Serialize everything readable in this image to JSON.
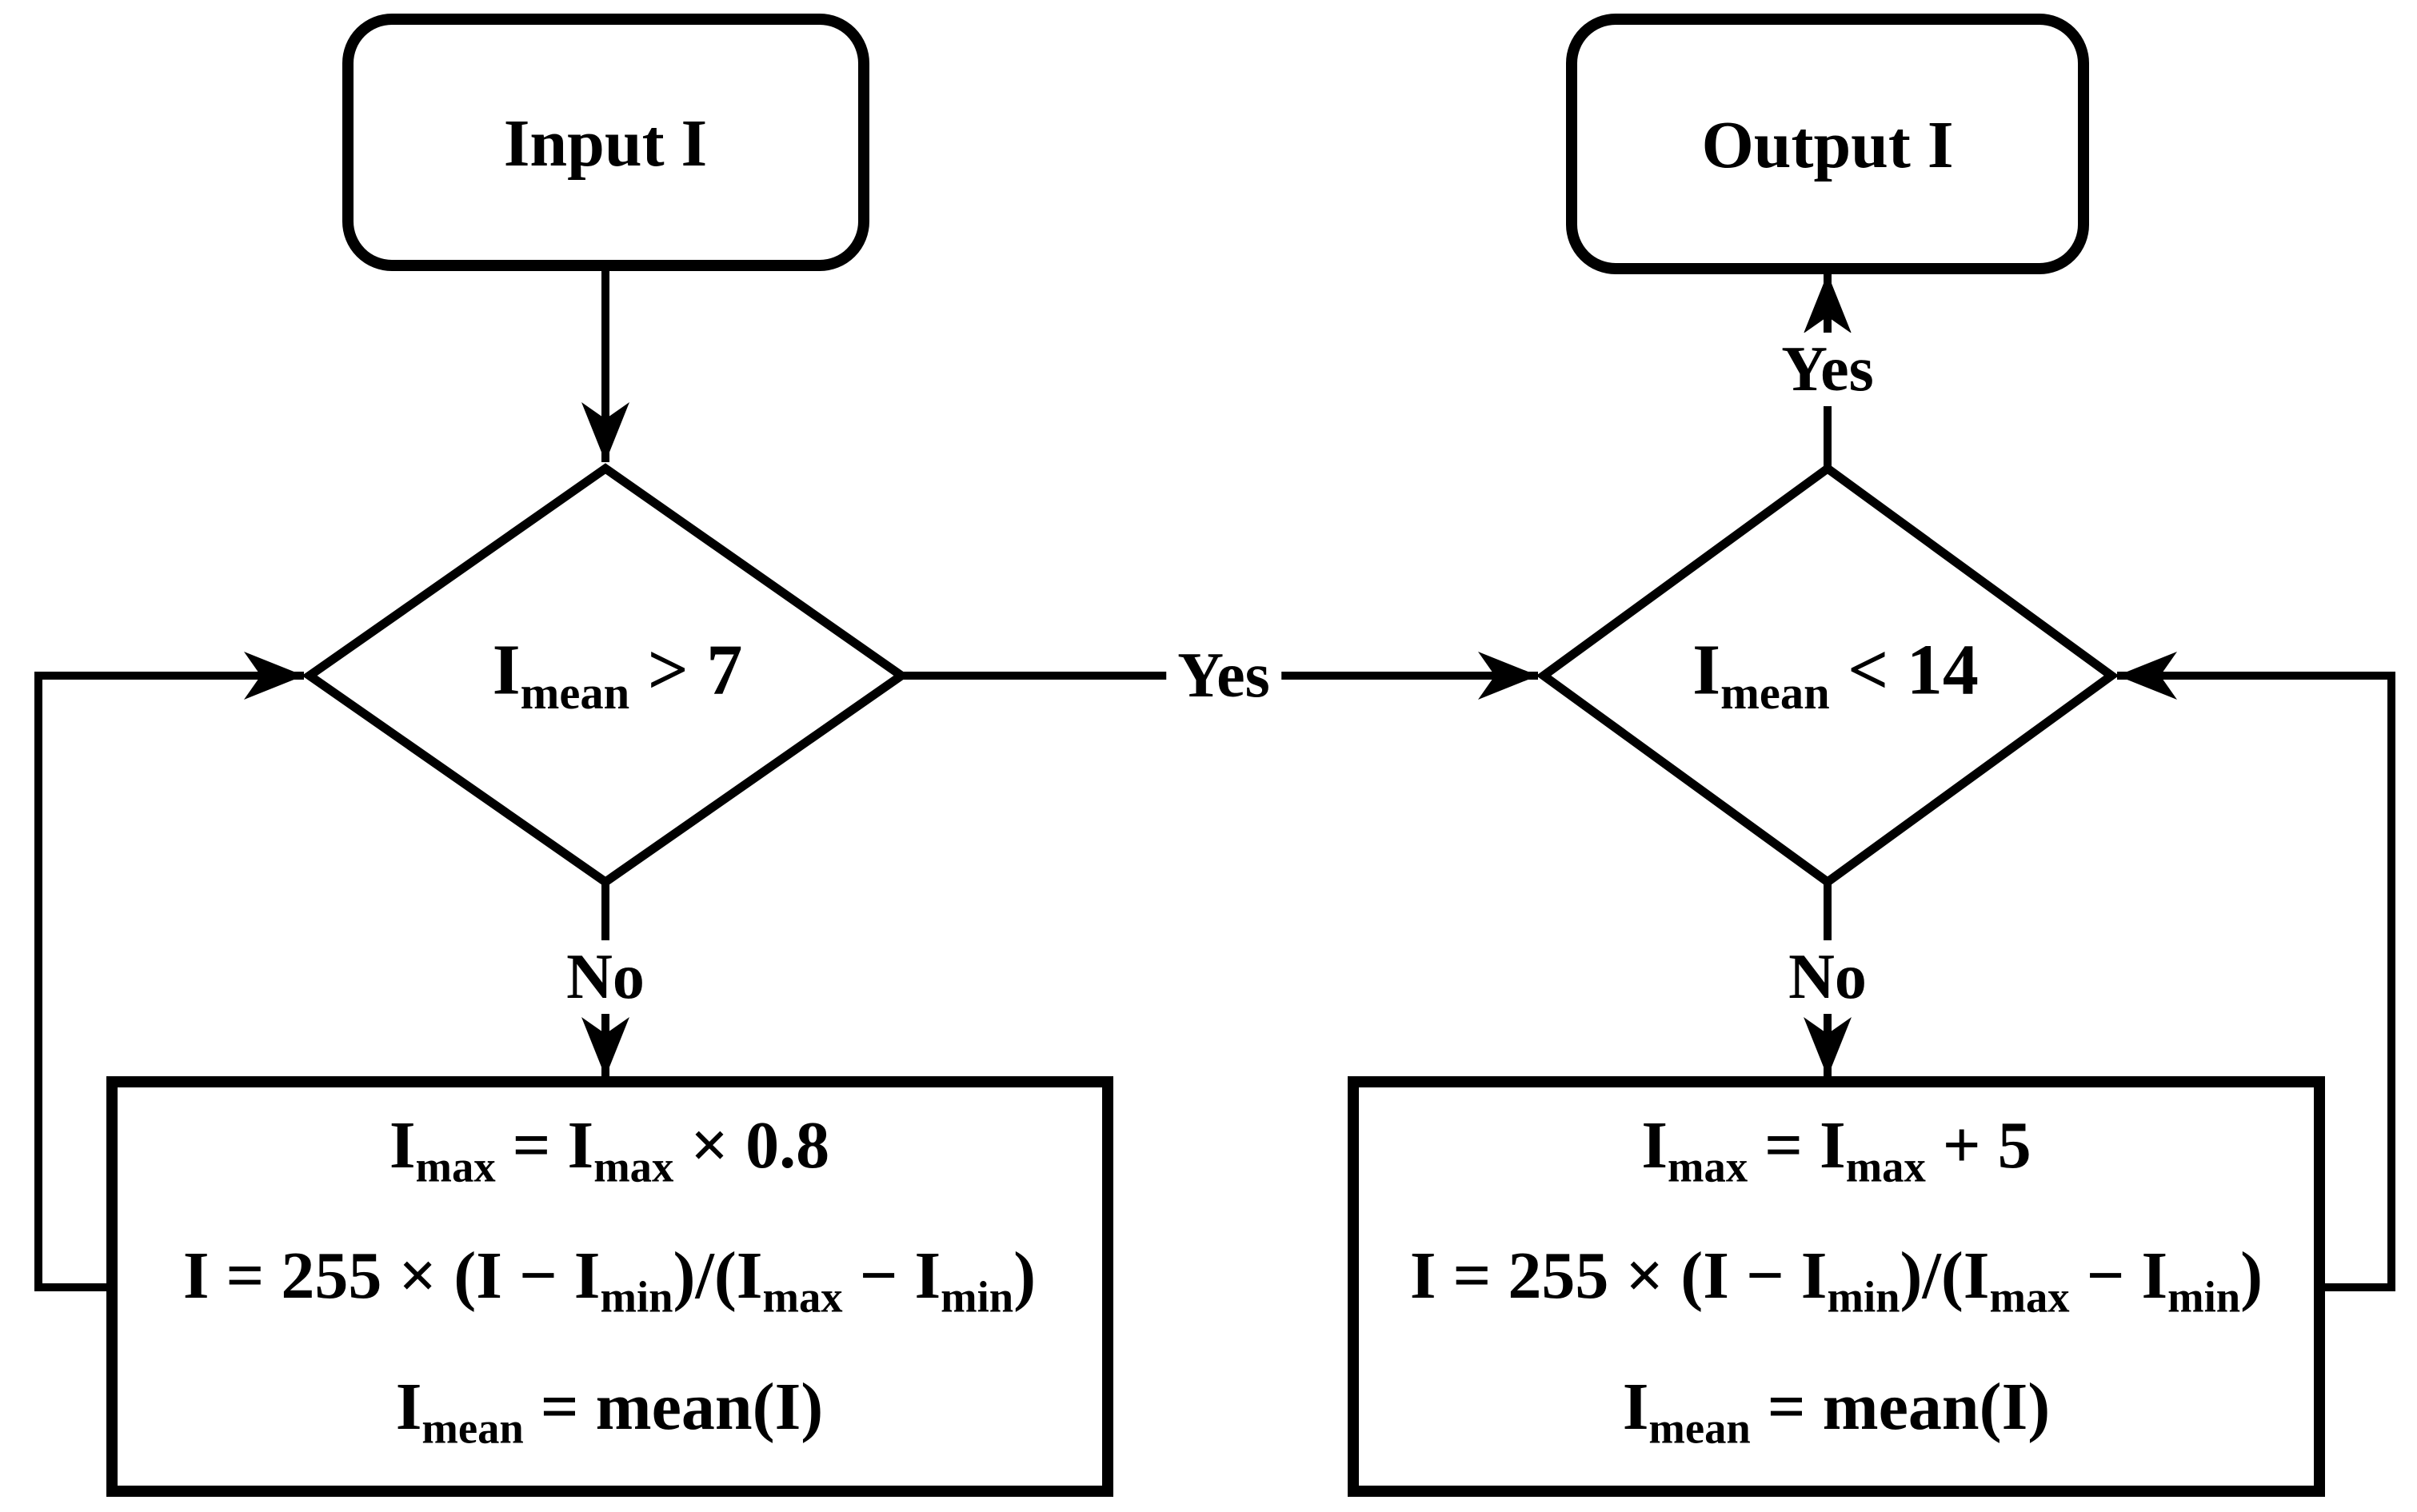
{
  "diagram": {
    "title_hint": "adaptive intensity normalization flowchart",
    "colors": {
      "stroke": "#000000",
      "background": "#ffffff"
    },
    "nodes": {
      "input": {
        "label": "Input I"
      },
      "output": {
        "label": "Output I"
      },
      "decision1": {
        "rich": [
          {
            "t": "I"
          },
          {
            "t": "mean",
            "s": 1
          },
          {
            "t": " > 7"
          }
        ]
      },
      "decision2": {
        "rich": [
          {
            "t": "I"
          },
          {
            "t": "mean",
            "s": 1
          },
          {
            "t": " < 14"
          }
        ]
      },
      "process_left": {
        "line1": [
          {
            "t": "I"
          },
          {
            "t": "max",
            "s": 1
          },
          {
            "t": " = I"
          },
          {
            "t": "max",
            "s": 1
          },
          {
            "t": " × 0.8"
          }
        ],
        "line2": [
          {
            "t": "I = 255 × (I − I"
          },
          {
            "t": "min",
            "s": 1
          },
          {
            "t": ")/(I"
          },
          {
            "t": "max",
            "s": 1
          },
          {
            "t": " − I"
          },
          {
            "t": "min",
            "s": 1
          },
          {
            "t": ")"
          }
        ],
        "line3": [
          {
            "t": "I"
          },
          {
            "t": "mean",
            "s": 1
          },
          {
            "t": " = mean(I)"
          }
        ]
      },
      "process_right": {
        "line1": [
          {
            "t": "I"
          },
          {
            "t": "max",
            "s": 1
          },
          {
            "t": " = I"
          },
          {
            "t": "max",
            "s": 1
          },
          {
            "t": " + 5"
          }
        ],
        "line2": [
          {
            "t": "I = 255 × (I − I"
          },
          {
            "t": "min",
            "s": 1
          },
          {
            "t": ")/(I"
          },
          {
            "t": "max",
            "s": 1
          },
          {
            "t": " − I"
          },
          {
            "t": "min",
            "s": 1
          },
          {
            "t": ")"
          }
        ],
        "line3": [
          {
            "t": "I"
          },
          {
            "t": "mean",
            "s": 1
          },
          {
            "t": " = mean(I)"
          }
        ]
      }
    },
    "edge_labels": {
      "decision1_yes": "Yes",
      "decision1_no": "No",
      "decision2_yes": "Yes",
      "decision2_no": "No"
    }
  }
}
